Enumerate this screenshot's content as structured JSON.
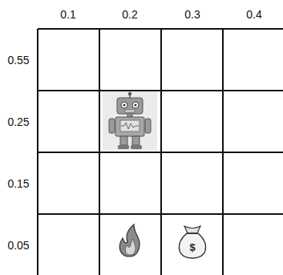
{
  "diagram": {
    "labels": [
      "0.1",
      "0.2",
      "0.3",
      "0.4",
      "0.55",
      "0.25",
      "0.15",
      "0.05",
      "$"
    ]
  }
}
